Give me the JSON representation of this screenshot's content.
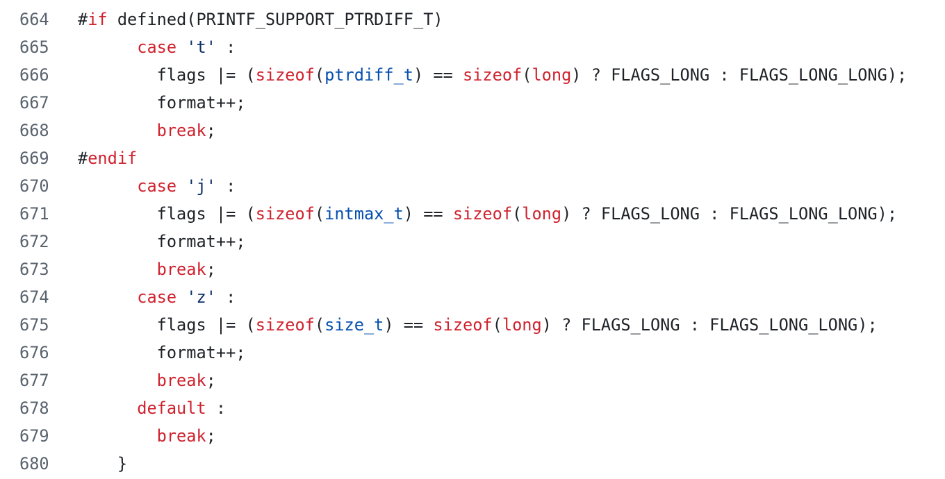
{
  "theme": {
    "keyword_color": "#cf222e",
    "type_color": "#0550ae",
    "string_color": "#0a3069",
    "text_color": "#1f2328",
    "line_number_color": "#59636e",
    "background": "#ffffff"
  },
  "lines": [
    {
      "number": "664",
      "tokens": [
        {
          "text": "#",
          "kind": "plain"
        },
        {
          "text": "if",
          "kind": "keyword"
        },
        {
          "text": " defined(PRINTF_SUPPORT_PTRDIFF_T)",
          "kind": "plain"
        }
      ]
    },
    {
      "number": "665",
      "tokens": [
        {
          "text": "      ",
          "kind": "plain"
        },
        {
          "text": "case",
          "kind": "keyword"
        },
        {
          "text": " ",
          "kind": "plain"
        },
        {
          "text": "'t'",
          "kind": "string"
        },
        {
          "text": " :",
          "kind": "plain"
        }
      ]
    },
    {
      "number": "666",
      "tokens": [
        {
          "text": "        flags |= (",
          "kind": "plain"
        },
        {
          "text": "sizeof",
          "kind": "keyword"
        },
        {
          "text": "(",
          "kind": "plain"
        },
        {
          "text": "ptrdiff_t",
          "kind": "type"
        },
        {
          "text": ") == ",
          "kind": "plain"
        },
        {
          "text": "sizeof",
          "kind": "keyword"
        },
        {
          "text": "(",
          "kind": "plain"
        },
        {
          "text": "long",
          "kind": "keyword"
        },
        {
          "text": ") ? FLAGS_LONG : FLAGS_LONG_LONG);",
          "kind": "plain"
        }
      ]
    },
    {
      "number": "667",
      "tokens": [
        {
          "text": "        format++;",
          "kind": "plain"
        }
      ]
    },
    {
      "number": "668",
      "tokens": [
        {
          "text": "        ",
          "kind": "plain"
        },
        {
          "text": "break",
          "kind": "keyword"
        },
        {
          "text": ";",
          "kind": "plain"
        }
      ]
    },
    {
      "number": "669",
      "tokens": [
        {
          "text": "#",
          "kind": "plain"
        },
        {
          "text": "endif",
          "kind": "keyword"
        }
      ]
    },
    {
      "number": "670",
      "tokens": [
        {
          "text": "      ",
          "kind": "plain"
        },
        {
          "text": "case",
          "kind": "keyword"
        },
        {
          "text": " ",
          "kind": "plain"
        },
        {
          "text": "'j'",
          "kind": "string"
        },
        {
          "text": " :",
          "kind": "plain"
        }
      ]
    },
    {
      "number": "671",
      "tokens": [
        {
          "text": "        flags |= (",
          "kind": "plain"
        },
        {
          "text": "sizeof",
          "kind": "keyword"
        },
        {
          "text": "(",
          "kind": "plain"
        },
        {
          "text": "intmax_t",
          "kind": "type"
        },
        {
          "text": ") == ",
          "kind": "plain"
        },
        {
          "text": "sizeof",
          "kind": "keyword"
        },
        {
          "text": "(",
          "kind": "plain"
        },
        {
          "text": "long",
          "kind": "keyword"
        },
        {
          "text": ") ? FLAGS_LONG : FLAGS_LONG_LONG);",
          "kind": "plain"
        }
      ]
    },
    {
      "number": "672",
      "tokens": [
        {
          "text": "        format++;",
          "kind": "plain"
        }
      ]
    },
    {
      "number": "673",
      "tokens": [
        {
          "text": "        ",
          "kind": "plain"
        },
        {
          "text": "break",
          "kind": "keyword"
        },
        {
          "text": ";",
          "kind": "plain"
        }
      ]
    },
    {
      "number": "674",
      "tokens": [
        {
          "text": "      ",
          "kind": "plain"
        },
        {
          "text": "case",
          "kind": "keyword"
        },
        {
          "text": " ",
          "kind": "plain"
        },
        {
          "text": "'z'",
          "kind": "string"
        },
        {
          "text": " :",
          "kind": "plain"
        }
      ]
    },
    {
      "number": "675",
      "tokens": [
        {
          "text": "        flags |= (",
          "kind": "plain"
        },
        {
          "text": "sizeof",
          "kind": "keyword"
        },
        {
          "text": "(",
          "kind": "plain"
        },
        {
          "text": "size_t",
          "kind": "type"
        },
        {
          "text": ") == ",
          "kind": "plain"
        },
        {
          "text": "sizeof",
          "kind": "keyword"
        },
        {
          "text": "(",
          "kind": "plain"
        },
        {
          "text": "long",
          "kind": "keyword"
        },
        {
          "text": ") ? FLAGS_LONG : FLAGS_LONG_LONG);",
          "kind": "plain"
        }
      ]
    },
    {
      "number": "676",
      "tokens": [
        {
          "text": "        format++;",
          "kind": "plain"
        }
      ]
    },
    {
      "number": "677",
      "tokens": [
        {
          "text": "        ",
          "kind": "plain"
        },
        {
          "text": "break",
          "kind": "keyword"
        },
        {
          "text": ";",
          "kind": "plain"
        }
      ]
    },
    {
      "number": "678",
      "tokens": [
        {
          "text": "      ",
          "kind": "plain"
        },
        {
          "text": "default",
          "kind": "keyword"
        },
        {
          "text": " :",
          "kind": "plain"
        }
      ]
    },
    {
      "number": "679",
      "tokens": [
        {
          "text": "        ",
          "kind": "plain"
        },
        {
          "text": "break",
          "kind": "keyword"
        },
        {
          "text": ";",
          "kind": "plain"
        }
      ]
    },
    {
      "number": "680",
      "tokens": [
        {
          "text": "    }",
          "kind": "plain"
        }
      ]
    }
  ]
}
